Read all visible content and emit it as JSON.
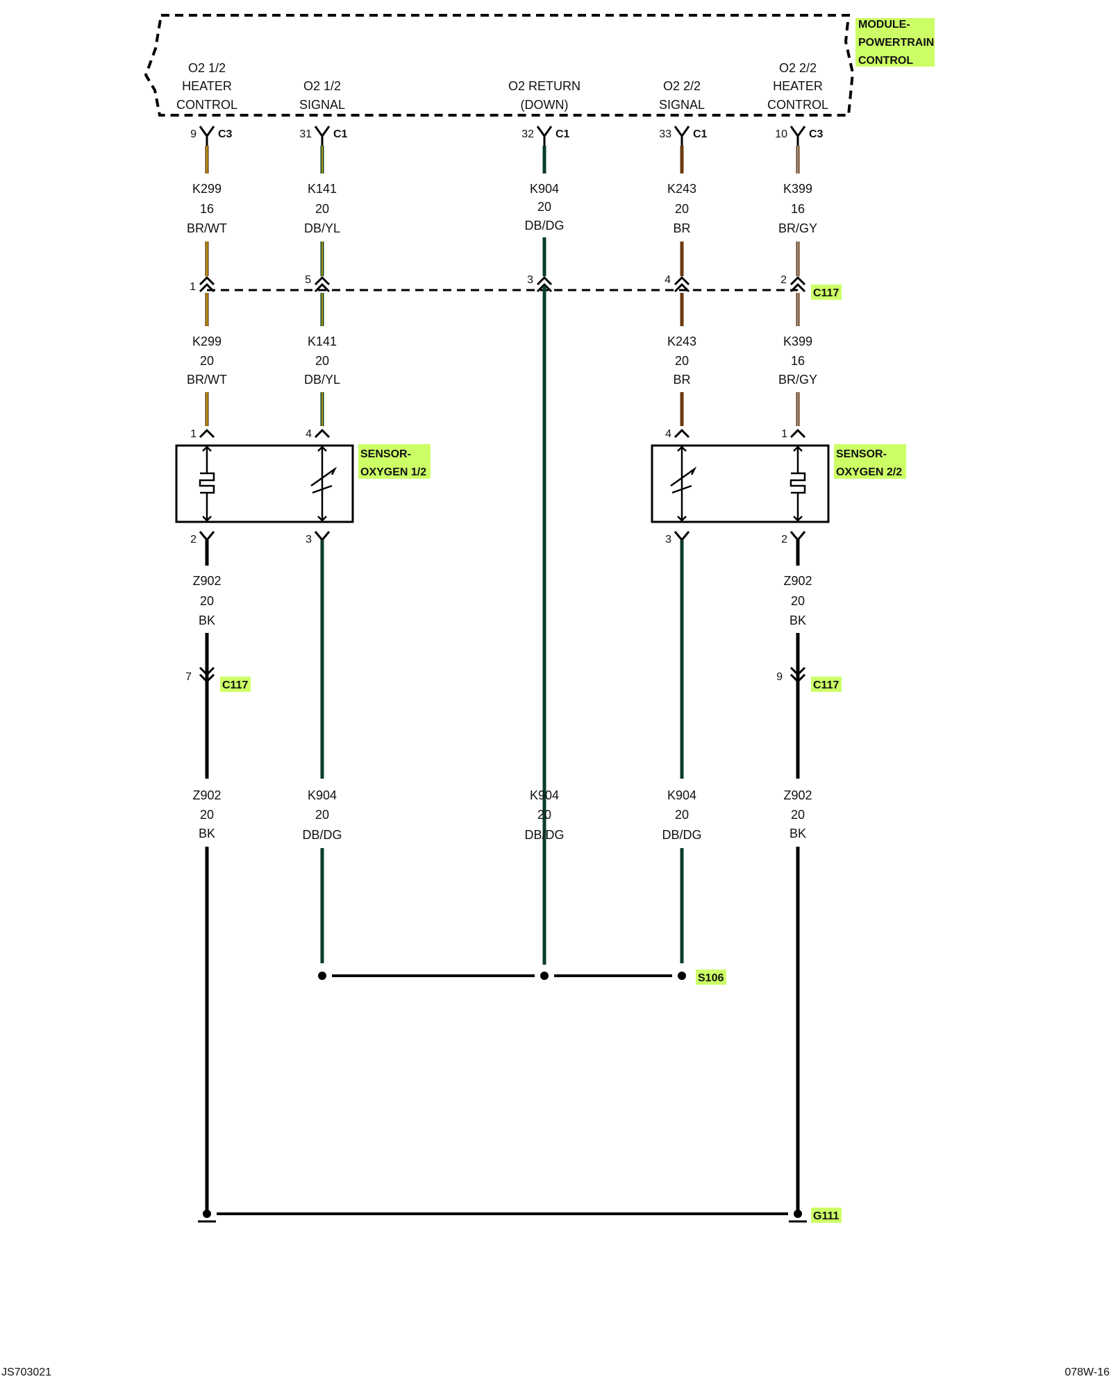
{
  "module": {
    "lines": [
      "MODULE-",
      "POWERTRAIN",
      "CONTROL"
    ]
  },
  "top_labels": [
    [
      "O2 1/2",
      "HEATER",
      "CONTROL"
    ],
    [
      "O2 1/2",
      "SIGNAL"
    ],
    [
      "O2 RETURN",
      "(DOWN)"
    ],
    [
      "O2 2/2",
      "SIGNAL"
    ],
    [
      "O2 2/2",
      "HEATER",
      "CONTROL"
    ]
  ],
  "module_pins": [
    {
      "pin": "9",
      "conn": "C3"
    },
    {
      "pin": "31",
      "conn": "C1"
    },
    {
      "pin": "32",
      "conn": "C1"
    },
    {
      "pin": "33",
      "conn": "C1"
    },
    {
      "pin": "10",
      "conn": "C3"
    }
  ],
  "wires_upper": [
    [
      "K299",
      "16",
      "BR/WT"
    ],
    [
      "K141",
      "20",
      "DB/YL"
    ],
    [
      "K904",
      "20",
      "DB/DG"
    ],
    [
      "K243",
      "20",
      "BR"
    ],
    [
      "K399",
      "16",
      "BR/GY"
    ]
  ],
  "c117_top": {
    "pins": [
      "1",
      "5",
      "3",
      "4",
      "2"
    ],
    "label": "C117"
  },
  "wires_mid": [
    [
      "K299",
      "20",
      "BR/WT"
    ],
    [
      "K141",
      "20",
      "DB/YL"
    ],
    [
      "K243",
      "20",
      "BR"
    ],
    [
      "K399",
      "16",
      "BR/GY"
    ]
  ],
  "sensor_pins_top": [
    "1",
    "4",
    "4",
    "1"
  ],
  "sensor_pins_bottom": [
    "2",
    "3",
    "3",
    "2"
  ],
  "sensor1": {
    "lines": [
      "SENSOR-",
      "OXYGEN 1/2"
    ]
  },
  "sensor2": {
    "lines": [
      "SENSOR-",
      "OXYGEN 2/2"
    ]
  },
  "wires_lower": [
    [
      "Z902",
      "20",
      "BK"
    ],
    [
      "Z902",
      "20",
      "BK"
    ]
  ],
  "c117_bottom": {
    "pins": [
      "7",
      "9"
    ],
    "label": "C117"
  },
  "wires_bottom": [
    [
      "Z902",
      "20",
      "BK"
    ],
    [
      "K904",
      "20",
      "DB/DG"
    ],
    [
      "K904",
      "20",
      "DB/DG"
    ],
    [
      "K904",
      "20",
      "DB/DG"
    ],
    [
      "Z902",
      "20",
      "BK"
    ]
  ],
  "splice": "S106",
  "ground": "G111",
  "footer": {
    "left": "JS703021",
    "right": "078W-16"
  },
  "colors": {
    "highlight": "#ccff66",
    "brown": "#6b3a10",
    "yellow": "#d9b300",
    "dark_green": "#0a3d2a",
    "wire_black": "#000000"
  }
}
